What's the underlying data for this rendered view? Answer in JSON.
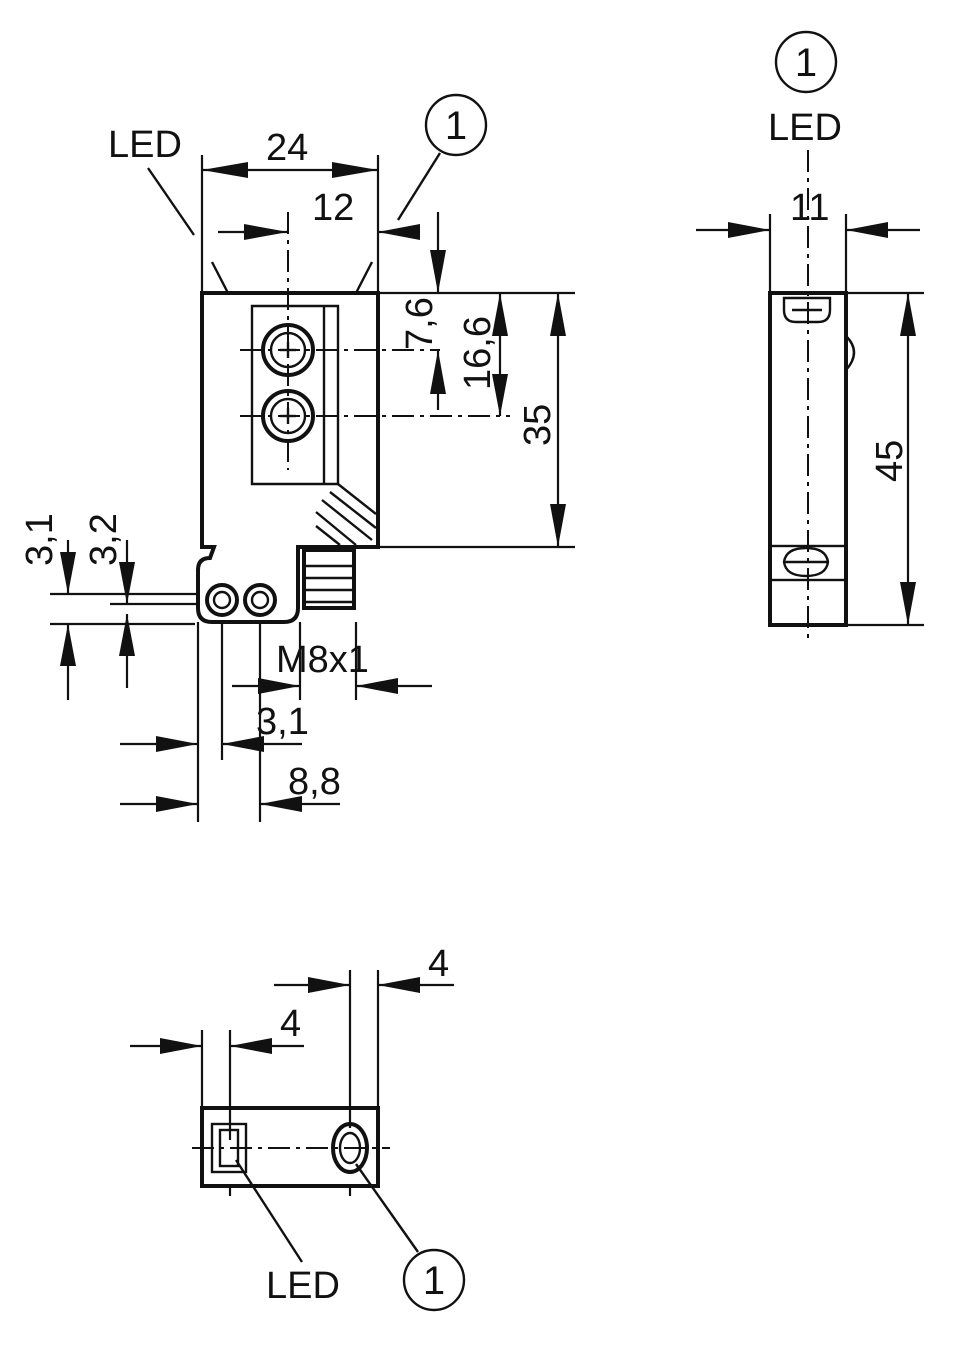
{
  "callout_number": "1",
  "labels": {
    "led": "LED",
    "thread": "M8x1"
  },
  "front_view": {
    "width": "24",
    "center": "12",
    "lens_offset": "7,6",
    "lens_spacing": "16,6",
    "height": "35",
    "hole_offset_1": "3,1",
    "hole_offset_2": "3,2",
    "hole_x_1": "3,1",
    "hole_x_2": "8,8"
  },
  "side_view": {
    "depth": "11",
    "height": "45"
  },
  "bottom_view": {
    "offset_right": "4",
    "offset_left": "4"
  }
}
